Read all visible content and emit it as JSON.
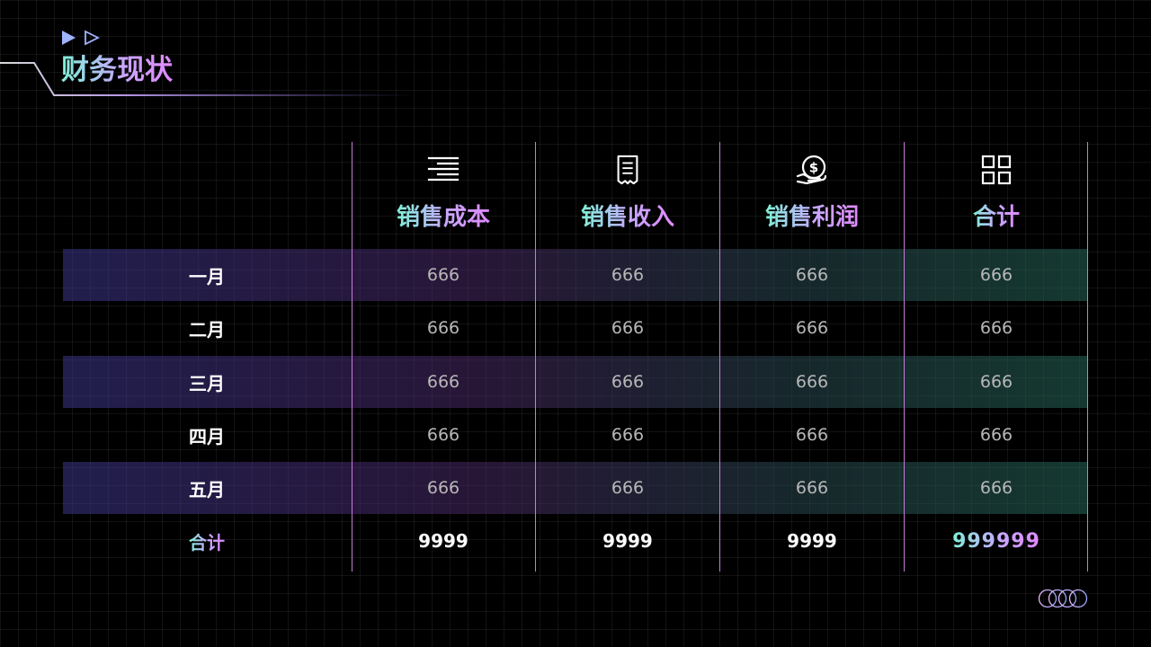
{
  "header": {
    "title": "财务现状"
  },
  "table": {
    "columns": [
      {
        "label": "销售成本",
        "icon": "align-right-lines-icon"
      },
      {
        "label": "销售收入",
        "icon": "receipt-icon"
      },
      {
        "label": "销售利润",
        "icon": "hand-dollar-coin-icon"
      },
      {
        "label": "合计",
        "icon": "grid-squares-icon"
      }
    ],
    "rows": [
      {
        "month": "一月",
        "values": [
          "666",
          "666",
          "666",
          "666"
        ]
      },
      {
        "month": "二月",
        "values": [
          "666",
          "666",
          "666",
          "666"
        ]
      },
      {
        "month": "三月",
        "values": [
          "666",
          "666",
          "666",
          "666"
        ]
      },
      {
        "month": "四月",
        "values": [
          "666",
          "666",
          "666",
          "666"
        ]
      },
      {
        "month": "五月",
        "values": [
          "666",
          "666",
          "666",
          "666"
        ]
      }
    ],
    "total": {
      "label": "合计",
      "values": [
        "9999",
        "9999",
        "9999",
        "999999"
      ]
    }
  },
  "colors": {
    "accent_teal": "#7ff0d8",
    "accent_purple": "#c9a6ff",
    "divider": "#c77bd9"
  }
}
